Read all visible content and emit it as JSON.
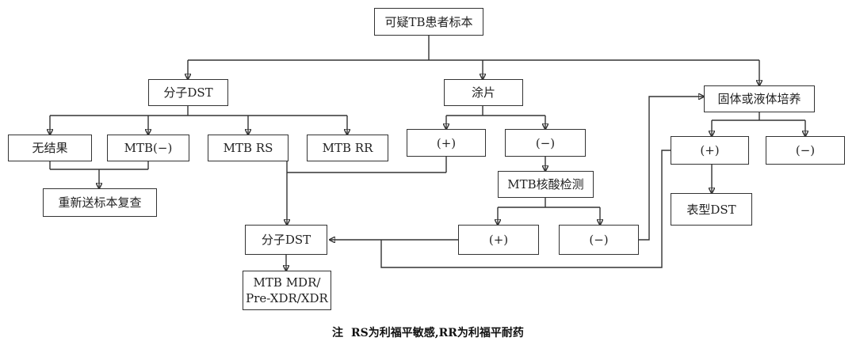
{
  "nodes": {
    "root": "可疑TB患者标本",
    "mol_dst": "分子DST",
    "smear": "涂片",
    "culture": "固体或液体培养",
    "no_result": "无结果",
    "mtb_neg": "MTB(−)",
    "mtb_rs": "MTB RS",
    "mtb_rr": "MTB RR",
    "smear_pos": "(+)",
    "smear_neg": "(−)",
    "culture_pos": "(+)",
    "culture_neg": "(−)",
    "resubmit": "重新送标本复查",
    "mtb_nat": "MTB核酸检测",
    "phenotype_dst": "表型DST",
    "nat_pos": "(+)",
    "nat_neg": "(−)",
    "mol_dst_2": "分子DST",
    "mdr_line1": "MTB MDR/",
    "mdr_line2": "Pre-XDR/XDR"
  },
  "note": {
    "label": "注",
    "text": "RS为利福平敏感,RR为利福平耐药"
  }
}
